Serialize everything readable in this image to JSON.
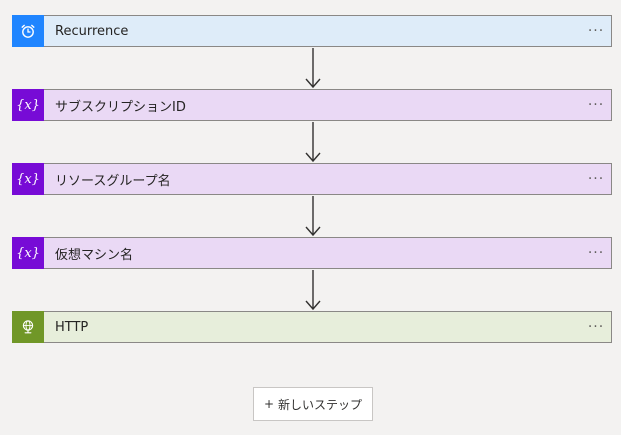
{
  "steps": [
    {
      "label": "Recurrence",
      "icon": "alarm-clock-icon",
      "kind": "trigger",
      "color": "#1f85ff"
    },
    {
      "label": "サブスクリプションID",
      "icon": "variable-icon",
      "kind": "variable",
      "color": "#770bd6"
    },
    {
      "label": "リソースグループ名",
      "icon": "variable-icon",
      "kind": "variable",
      "color": "#770bd6"
    },
    {
      "label": "仮想マシン名",
      "icon": "variable-icon",
      "kind": "variable",
      "color": "#770bd6"
    },
    {
      "label": "HTTP",
      "icon": "globe-icon",
      "kind": "http",
      "color": "#709727"
    }
  ],
  "more_label": "···",
  "variable_glyph": "{x}",
  "new_step": {
    "plus": "+",
    "label": "新しいステップ"
  }
}
